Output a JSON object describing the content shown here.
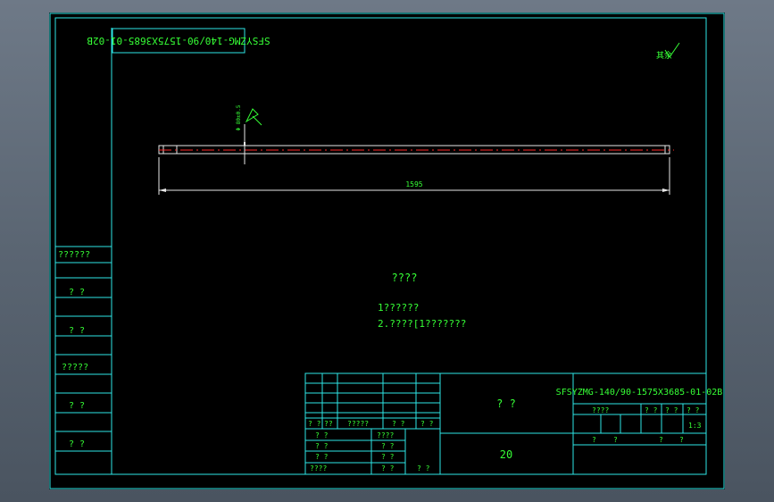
{
  "drawing": {
    "code_rotated": "SFSYZMG-140/90-1575X3685-01-02B",
    "roughness_mark": "其余",
    "dim_length": "1595",
    "dim_diameter": "Φ 80±0.5",
    "requirements_title": "????",
    "requirements": [
      "1??????",
      "2.????[1???????"
    ],
    "left_column": [
      "??????",
      "? ?",
      "? ?",
      "?????",
      "? ?",
      "? ?"
    ],
    "title_block": {
      "code": "SFSYZMG-140/90-1575X3685-01-02B",
      "name": "? ?",
      "material": "20",
      "scale": "1:3",
      "row_labels": [
        "? ?",
        "??",
        "?????",
        "? ?",
        "? ?"
      ],
      "sign_rows": [
        [
          "? ?",
          "? ?"
        ],
        [
          "? ?",
          "? ?"
        ],
        [
          "? ?",
          "? ?"
        ],
        [
          "????",
          "? ?"
        ]
      ],
      "extra_label": "????",
      "right_headers": [
        "????",
        "? ?",
        "? ?",
        "? ?"
      ],
      "bottom_labels": [
        "?",
        "?",
        "?",
        "?"
      ]
    }
  }
}
